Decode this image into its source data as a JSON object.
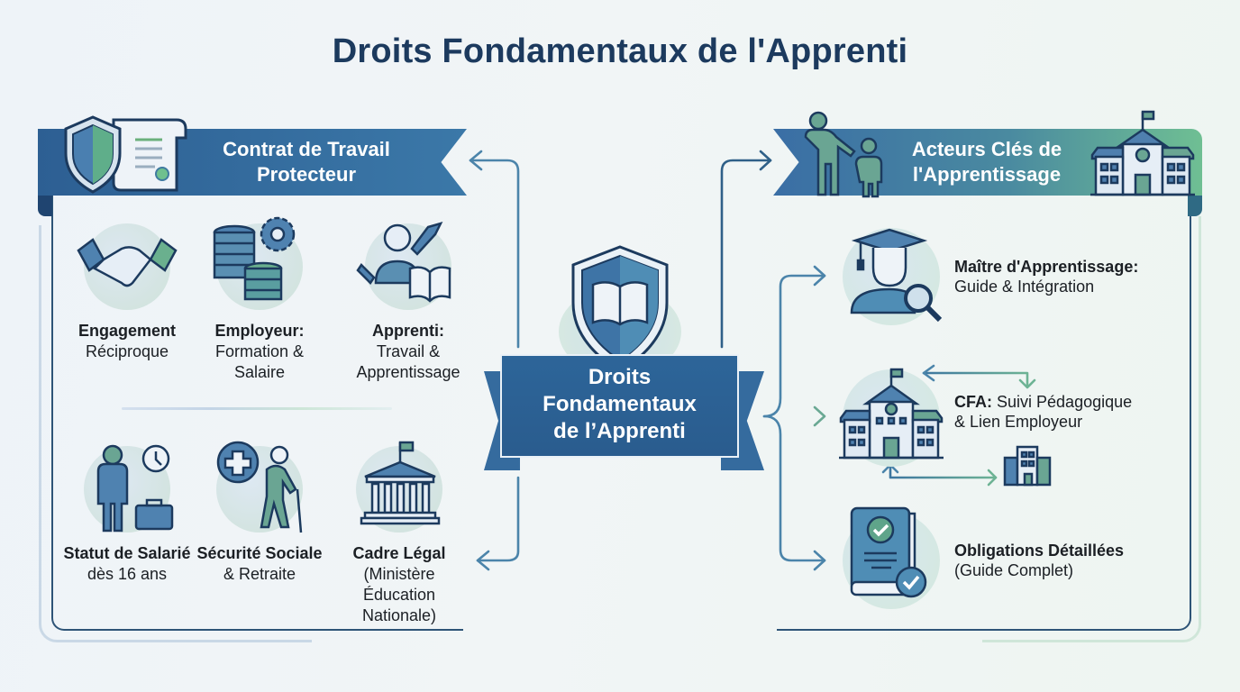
{
  "title": "Droits Fondamentaux de l'Apprenti",
  "left_panel": {
    "banner_line1": "Contrat de Travail",
    "banner_line2": "Protecteur",
    "banner_icons": [
      "shield-icon",
      "contract-scroll-icon"
    ],
    "items": [
      {
        "bold": "Engagement",
        "rest": "Réciproque",
        "icon": "handshake-icon"
      },
      {
        "bold": "Employeur:",
        "rest": "Formation & Salaire",
        "icon": "coins-gear-icon"
      },
      {
        "bold": "Apprenti:",
        "rest": "Travail & Apprentissage",
        "icon": "person-tools-book-icon"
      },
      {
        "bold": "Statut de Salarié",
        "rest": "dès 16 ans",
        "icon": "worker-clock-briefcase-icon"
      },
      {
        "bold": "Sécurité Sociale",
        "rest": "& Retraite",
        "icon": "health-elderly-icon"
      },
      {
        "bold": "Cadre Légal",
        "rest": "(Ministère Éducation Nationale)",
        "icon": "government-building-icon"
      }
    ]
  },
  "center": {
    "line1": "Droits",
    "line2": "Fondamentaux",
    "line3": "de l’Apprenti",
    "icon": "shield-book-icon"
  },
  "right_panel": {
    "banner_line1": "Acteurs Clés de",
    "banner_line2": "l'Apprentissage",
    "banner_icons": [
      "mentor-child-icon",
      "school-building-icon"
    ],
    "items": [
      {
        "bold": "Maître d'Apprentissage:",
        "rest": "Guide & Intégration",
        "icon": "graduate-magnifier-icon"
      },
      {
        "bold": "CFA:",
        "rest": "Suivi Pédagogique",
        "rest2": "& Lien Employeur",
        "icon": "school-icon"
      },
      {
        "bold": "Obligations Détaillées",
        "rest": "(Guide Complet)",
        "icon": "checklist-book-icon"
      }
    ]
  },
  "colors": {
    "navy": "#1c3a5e",
    "blue": "#2d5f93",
    "green": "#6fbf93",
    "line": "#3f7aa0"
  }
}
